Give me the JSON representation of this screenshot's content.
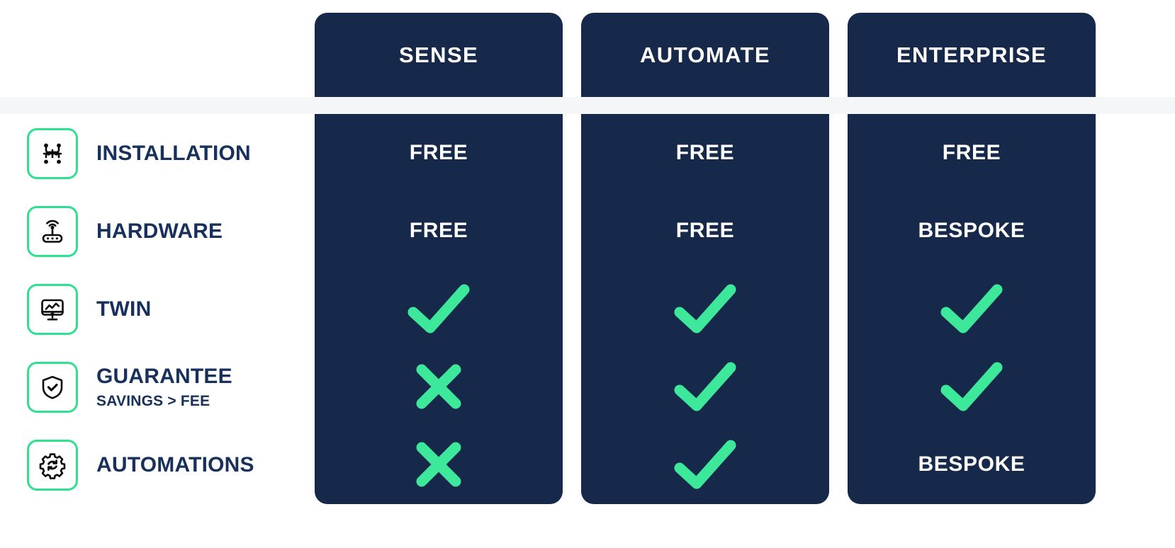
{
  "theme": {
    "navy": "#16294b",
    "green": "#2fe08e",
    "mark_green": "#3ee89b",
    "label_navy": "#17305c",
    "band_gray": "#f5f6f7",
    "white": "#ffffff"
  },
  "plans": [
    {
      "id": "sense",
      "label": "SENSE"
    },
    {
      "id": "automate",
      "label": "AUTOMATE"
    },
    {
      "id": "enterprise",
      "label": "ENTERPRISE"
    }
  ],
  "features": [
    {
      "id": "installation",
      "label": "INSTALLATION",
      "sublabel": "",
      "icon": "circuit-nodes-icon",
      "values": [
        {
          "type": "text",
          "text": "FREE"
        },
        {
          "type": "text",
          "text": "FREE"
        },
        {
          "type": "text",
          "text": "FREE"
        }
      ]
    },
    {
      "id": "hardware",
      "label": "HARDWARE",
      "sublabel": "",
      "icon": "wifi-router-icon",
      "values": [
        {
          "type": "text",
          "text": "FREE"
        },
        {
          "type": "text",
          "text": "FREE"
        },
        {
          "type": "text",
          "text": "BESPOKE"
        }
      ]
    },
    {
      "id": "twin",
      "label": "TWIN",
      "sublabel": "",
      "icon": "monitor-chart-icon",
      "values": [
        {
          "type": "check",
          "text": ""
        },
        {
          "type": "check",
          "text": ""
        },
        {
          "type": "check",
          "text": ""
        }
      ]
    },
    {
      "id": "guarantee",
      "label": "GUARANTEE",
      "sublabel": "SAVINGS > FEE",
      "icon": "shield-check-icon",
      "values": [
        {
          "type": "cross",
          "text": ""
        },
        {
          "type": "check",
          "text": ""
        },
        {
          "type": "check",
          "text": ""
        }
      ]
    },
    {
      "id": "automations",
      "label": "AUTOMATIONS",
      "sublabel": "",
      "icon": "gear-refresh-icon",
      "values": [
        {
          "type": "cross",
          "text": ""
        },
        {
          "type": "check",
          "text": ""
        },
        {
          "type": "text",
          "text": "BESPOKE"
        }
      ]
    }
  ]
}
